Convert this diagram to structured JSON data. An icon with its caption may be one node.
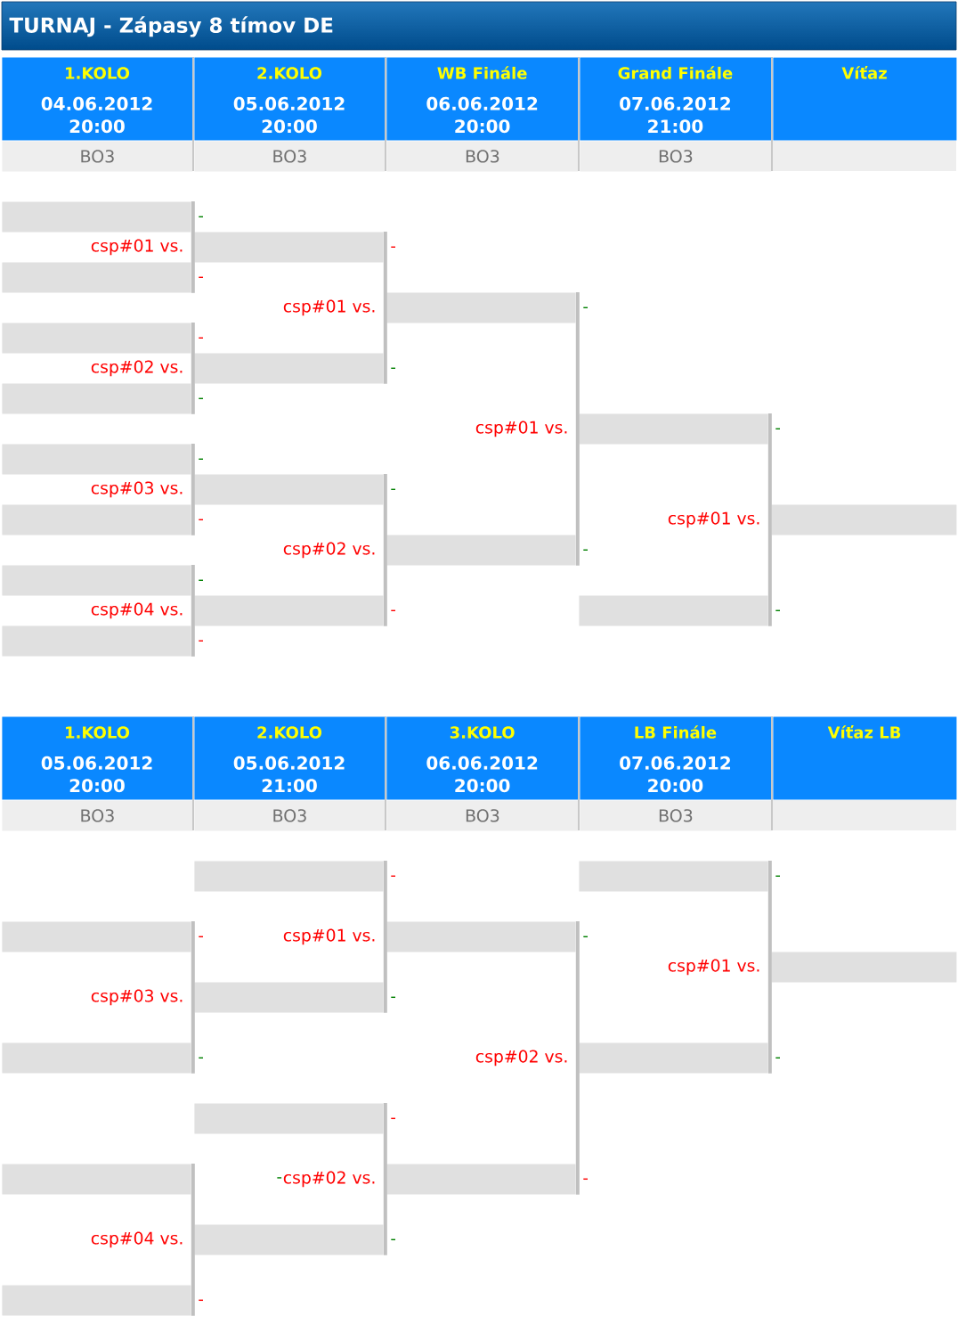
{
  "diagram": {
    "title": "TURNAJ - Zápasy 8 tímov DE",
    "nodes": [
      {
        "text": [
          "1.KOLO",
          "04.06.2012 20:00"
        ]
      },
      {
        "text": [
          "2.KOLO",
          "05.06.2012 20:00"
        ]
      },
      {
        "text": [
          "WB Finále",
          "06.06.2012 20:00"
        ]
      },
      {
        "text": [
          "Grand Finále",
          "07.06.2012 21:00"
        ]
      },
      {
        "text": [
          "Víťaz"
        ]
      },
      {
        "text": [
          "BO3"
        ]
      },
      {
        "text": [
          "BO3"
        ]
      },
      {
        "text": [
          "BO3"
        ]
      },
      {
        "text": [
          "BO3"
        ]
      },
      {
        "text": [],
        "shape": "box",
        "beside": [
          "-"
        ]
      },
      {
        "text": [],
        "shape": "box",
        "beside": [
          "-"
        ]
      },
      {
        "text": [],
        "shape": "box",
        "beside": [
          "-"
        ]
      },
      {
        "text": [],
        "shape": "box",
        "beside": [
          "-"
        ]
      },
      {
        "text": [],
        "shape": "box",
        "beside": [
          "-"
        ]
      },
      {
        "text": [],
        "shape": "box",
        "beside": [
          "-"
        ]
      },
      {
        "text": [],
        "shape": "box",
        "beside": [
          "-"
        ]
      },
      {
        "text": [],
        "shape": "box",
        "beside": [
          "-"
        ]
      },
      {
        "text": [],
        "shape": "box",
        "beside": [
          "-"
        ]
      },
      {
        "text": [],
        "shape": "box",
        "beside": [
          "-"
        ]
      },
      {
        "text": [],
        "shape": "box",
        "beside": [
          "-"
        ]
      },
      {
        "text": [],
        "shape": "box",
        "beside": [
          "-"
        ]
      },
      {
        "text": [],
        "shape": "box",
        "beside": [
          "-"
        ]
      },
      {
        "text": [],
        "shape": "box",
        "beside": [
          "-"
        ]
      },
      {
        "text": [],
        "shape": "box",
        "beside": [
          "-"
        ]
      },
      {
        "text": [],
        "shape": "box",
        "beside": [
          "-"
        ]
      },
      {
        "text": [],
        "shape": "box"
      },
      {
        "text": [
          "1.KOLO",
          "05.06.2012 20:00"
        ]
      },
      {
        "text": [
          "2.KOLO",
          "05.06.2012 21:00"
        ]
      },
      {
        "text": [
          "3.KOLO",
          "06.06.2012 20:00"
        ]
      },
      {
        "text": [
          "LB Finále",
          "07.06.2012 20:00"
        ]
      },
      {
        "text": [
          "Víťaz LB"
        ]
      },
      {
        "text": [
          "BO3"
        ]
      },
      {
        "text": [
          "BO3"
        ]
      },
      {
        "text": [
          "BO3"
        ]
      },
      {
        "text": [
          "BO3"
        ]
      },
      {
        "text": [],
        "shape": "box",
        "beside": [
          "-"
        ]
      },
      {
        "text": [],
        "shape": "box",
        "beside": [
          "-"
        ]
      },
      {
        "text": [],
        "shape": "box"
      },
      {
        "text": [],
        "shape": "box",
        "beside": [
          "-"
        ]
      },
      {
        "text": [],
        "shape": "box",
        "beside": [
          "-"
        ]
      },
      {
        "text": [],
        "shape": "box",
        "beside": [
          "-"
        ]
      },
      {
        "text": [],
        "shape": "box",
        "beside": [
          "-"
        ]
      },
      {
        "text": [],
        "shape": "box",
        "beside": [
          "-"
        ]
      },
      {
        "text": [],
        "shape": "box",
        "beside": [
          "-"
        ]
      },
      {
        "text": [],
        "shape": "box",
        "beside": [
          "-"
        ]
      },
      {
        "text": [],
        "shape": "box",
        "beside": [
          "-"
        ]
      },
      {
        "text": [],
        "shape": "box",
        "beside": [
          "-"
        ]
      },
      {
        "text": [],
        "shape": "box"
      }
    ],
    "edges": [
      {
        "from": 9,
        "to": 10,
        "arrow": "none",
        "label": "csp#01 vs."
      },
      {
        "from": 11,
        "to": 12,
        "arrow": "none",
        "label": "csp#02 vs."
      },
      {
        "from": 13,
        "to": 14,
        "arrow": "none",
        "label": "csp#03 vs."
      },
      {
        "from": 15,
        "to": 16,
        "arrow": "none",
        "label": "csp#04 vs."
      },
      {
        "from": 17,
        "to": 18,
        "arrow": "none",
        "label": "csp#01 vs."
      },
      {
        "from": 19,
        "to": 20,
        "arrow": "none",
        "label": "csp#02 vs."
      },
      {
        "from": 21,
        "to": 22,
        "arrow": "none",
        "label": "csp#01 vs."
      },
      {
        "from": 23,
        "to": 24,
        "arrow": "none",
        "label": "csp#01 vs."
      },
      {
        "from": 35,
        "to": 36,
        "arrow": "none",
        "label": "csp#03 vs."
      },
      {
        "from": 37,
        "to": 38,
        "arrow": "none",
        "label": "csp#04 vs."
      },
      {
        "from": 39,
        "to": 40,
        "arrow": "none",
        "label": "csp#01 vs."
      },
      {
        "from": 41,
        "to": 42,
        "arrow": "none",
        "label": "csp#02 vs."
      },
      {
        "from": 43,
        "to": 44,
        "arrow": "none",
        "label": "csp#02 vs."
      },
      {
        "from": 45,
        "to": 46,
        "arrow": "none",
        "label": "csp#01 vs."
      }
    ],
    "labels": [
      "-"
    ]
  }
}
